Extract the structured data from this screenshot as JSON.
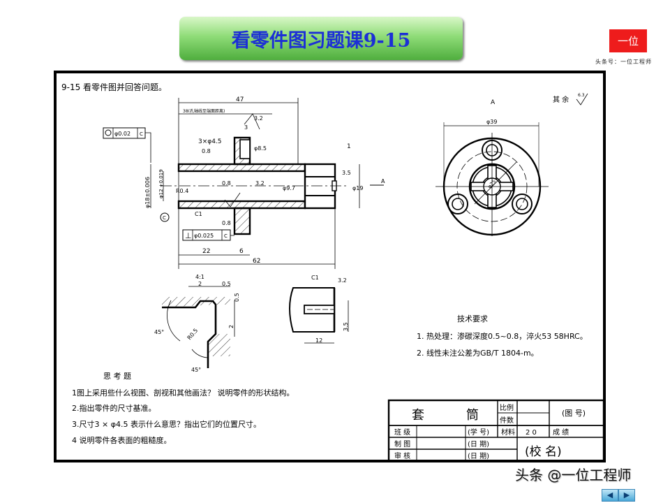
{
  "slide_title": "看零件图习题课9-15",
  "logo": {
    "text": "一位",
    "subtitle": "头条号：一位工程师",
    "color": "#ee1c1c"
  },
  "drawing": {
    "heading": "9-15  看零件图并回答问题。",
    "view_label": "A",
    "roughness_other": "其 余",
    "roughness_other_value": "6.3",
    "main_view_dims": {
      "d47": "47",
      "d22": "22",
      "d6": "6",
      "d62": "62",
      "d1": "1",
      "d3": "3",
      "hole_note": "3×φ4.5",
      "d_phi85": "φ8.5",
      "d_phi97": "φ9.7",
      "d35": "3.5",
      "d_phi19": "φ19",
      "d_phi18": "φ18±0.006",
      "d_phi12": "φ12 +0.019",
      "r04": "R0.4",
      "c1": "C1",
      "ra08a": "0.8",
      "ra08b": "0.8",
      "ra08c": "0.8",
      "ra32a": "3.2",
      "ra32b": "3.2",
      "leader_note": "38(孔轴线至端面距离)",
      "tol_coax": "φ0.02",
      "tol_perp": "φ0.025",
      "datum": "C",
      "arrow_label": "A"
    },
    "end_view_dims": {
      "d_phi39": "φ39",
      "d_phi25": "φ25"
    },
    "detail_left": {
      "scale": "4:1",
      "d2": "2",
      "d05a": "0.5",
      "d05b": "0.5",
      "d2v": "2",
      "r05": "R0.5",
      "a45a": "45°",
      "a45b": "45°"
    },
    "detail_right": {
      "c1": "C1",
      "ra": "3.2",
      "d12": "12",
      "d35": "3.5"
    },
    "tech_req": {
      "title": "技术要求",
      "items": [
        "1. 热处理：渗碳深度0.5~0.8，淬火53 58HRC。",
        "2. 线性未注公差为GB/T 1804-m。"
      ]
    },
    "questions": {
      "title": "思 考 题",
      "items": [
        "1图上采用些什么视图、剖视和其他画法？ 说明零件的形状结构。",
        "2.指出零件的尺寸基准。",
        "3.尺寸3 × φ4.5 表示什么意思？指出它们的位置尺寸。",
        "4 说明零件各表面的粗糙度。"
      ]
    },
    "title_block": {
      "part_name_1": "套",
      "part_name_2": "筒",
      "scale_label": "比例",
      "count_label": "件数",
      "drawing_no": "(图 号)",
      "class_label": "班 级",
      "student_no": "(学 号)",
      "material_label": "材料",
      "material": "2 0",
      "grade_label": "成 绩",
      "drawn_label": "制 图",
      "date1": "(日 期)",
      "school": "(校    名)",
      "checked_label": "审 核",
      "date2": "(日 期)"
    }
  },
  "footer_credit": "头条 @一位工程师",
  "nav": {
    "prev": "◀",
    "next": "▶"
  }
}
